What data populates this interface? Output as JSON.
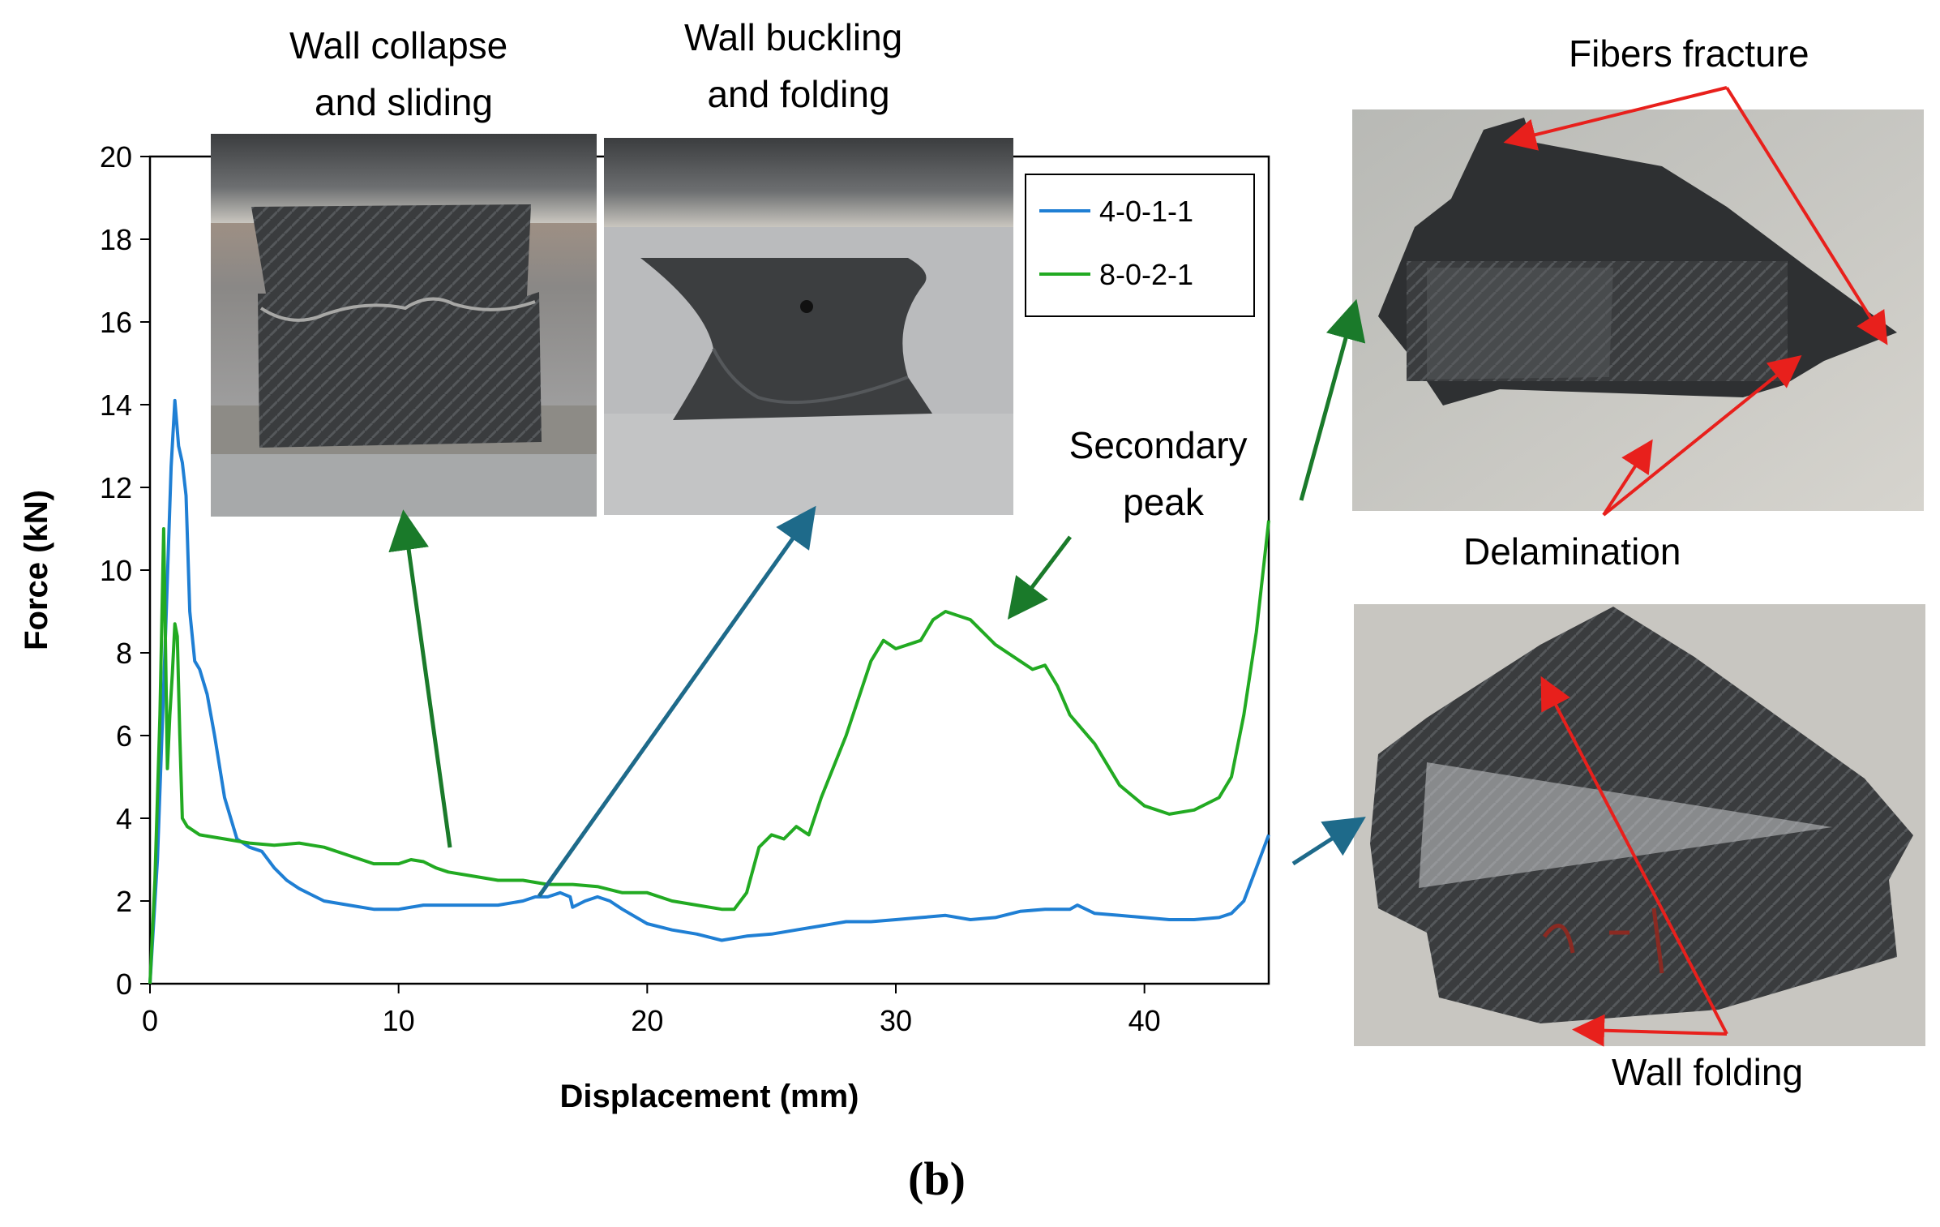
{
  "colors": {
    "series_4011": "#1f7fd4",
    "series_8021": "#22aa22",
    "arrow_red": "#e8201c",
    "arrow_green": "#1a7a2a",
    "arrow_teal": "#1e6a8a"
  },
  "photo_annotations": {
    "collapse": "Wall collapse\nand sliding",
    "buckling": "Wall buckling\nand folding",
    "secondary": "Secondary\npeak",
    "fibers": "Fibers fracture",
    "delamination": "Delamination",
    "wall_folding": "Wall folding"
  },
  "panel_label": "(b)",
  "chart_data": {
    "type": "line",
    "title": "",
    "xlabel": "Displacement (mm)",
    "ylabel": "Force (kN)",
    "xlim": [
      0,
      45
    ],
    "ylim": [
      0,
      20
    ],
    "xticks": [
      0,
      10,
      20,
      30,
      40
    ],
    "yticks": [
      0,
      2,
      4,
      6,
      8,
      10,
      12,
      14,
      16,
      18,
      20
    ],
    "grid": false,
    "legend": "top-right",
    "series": [
      {
        "name": "4-0-1-1",
        "color": "#1f7fd4",
        "x": [
          0,
          0.3,
          0.6,
          0.85,
          1.0,
          1.15,
          1.3,
          1.45,
          1.6,
          1.8,
          2.0,
          2.3,
          2.6,
          3.0,
          3.5,
          4.0,
          4.5,
          5.0,
          5.5,
          6.0,
          7.0,
          8.0,
          9.0,
          10.0,
          11.0,
          12.0,
          13.0,
          14.0,
          15.0,
          15.5,
          16.0,
          16.5,
          16.9,
          17.0,
          17.5,
          18.0,
          18.5,
          19.0,
          20.0,
          21.0,
          22.0,
          23.0,
          24.0,
          25.0,
          26.0,
          27.0,
          28.0,
          29.0,
          30.0,
          31.0,
          32.0,
          33.0,
          34.0,
          35.0,
          36.0,
          37.0,
          37.3,
          38.0,
          39.0,
          40.0,
          41.0,
          42.0,
          43.0,
          43.5,
          44.0,
          44.5,
          45.0
        ],
        "y": [
          0,
          3.0,
          8.0,
          12.5,
          14.1,
          13.0,
          12.6,
          11.8,
          9.0,
          7.8,
          7.6,
          7.0,
          6.0,
          4.5,
          3.5,
          3.3,
          3.2,
          2.8,
          2.5,
          2.3,
          2.0,
          1.9,
          1.8,
          1.8,
          1.9,
          1.9,
          1.9,
          1.9,
          2.0,
          2.1,
          2.1,
          2.2,
          2.1,
          1.85,
          2.0,
          2.1,
          2.0,
          1.8,
          1.45,
          1.3,
          1.2,
          1.05,
          1.15,
          1.2,
          1.3,
          1.4,
          1.5,
          1.5,
          1.55,
          1.6,
          1.65,
          1.55,
          1.6,
          1.75,
          1.8,
          1.8,
          1.9,
          1.7,
          1.65,
          1.6,
          1.55,
          1.55,
          1.6,
          1.7,
          2.0,
          2.8,
          3.6
        ]
      },
      {
        "name": "8-0-2-1",
        "color": "#22aa22",
        "x": [
          0,
          0.2,
          0.4,
          0.55,
          0.7,
          0.8,
          0.9,
          1.0,
          1.1,
          1.2,
          1.3,
          1.5,
          2.0,
          3.0,
          4.0,
          5.0,
          6.0,
          7.0,
          8.0,
          9.0,
          10.0,
          10.5,
          11.0,
          11.5,
          12.0,
          13.0,
          14.0,
          15.0,
          16.0,
          17.0,
          18.0,
          19.0,
          20.0,
          21.0,
          22.0,
          23.0,
          23.5,
          24.0,
          24.5,
          25.0,
          25.5,
          26.0,
          26.5,
          27.0,
          28.0,
          29.0,
          29.5,
          30.0,
          30.5,
          31.0,
          31.5,
          32.0,
          32.5,
          33.0,
          34.0,
          35.0,
          35.5,
          36.0,
          36.5,
          37.0,
          38.0,
          39.0,
          40.0,
          41.0,
          42.0,
          43.0,
          43.5,
          44.0,
          44.5,
          45.0
        ],
        "y": [
          0,
          2.5,
          6.5,
          11.0,
          5.2,
          6.5,
          7.5,
          8.7,
          8.4,
          6.0,
          4.0,
          3.8,
          3.6,
          3.5,
          3.4,
          3.35,
          3.4,
          3.3,
          3.1,
          2.9,
          2.9,
          3.0,
          2.95,
          2.8,
          2.7,
          2.6,
          2.5,
          2.5,
          2.4,
          2.4,
          2.35,
          2.2,
          2.2,
          2.0,
          1.9,
          1.8,
          1.8,
          2.2,
          3.3,
          3.6,
          3.5,
          3.8,
          3.6,
          4.5,
          6.0,
          7.8,
          8.3,
          8.1,
          8.2,
          8.3,
          8.8,
          9.0,
          8.9,
          8.8,
          8.2,
          7.8,
          7.6,
          7.7,
          7.2,
          6.5,
          5.8,
          4.8,
          4.3,
          4.1,
          4.2,
          4.5,
          5.0,
          6.5,
          8.5,
          11.2
        ]
      }
    ]
  }
}
